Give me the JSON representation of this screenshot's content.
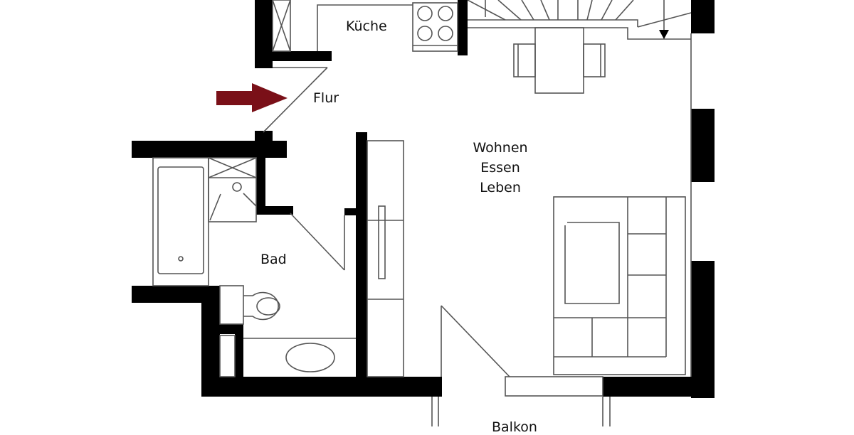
{
  "plan": {
    "wall_color": "#000000",
    "line_color": "#555555",
    "entrance_arrow_color": "#7a1018",
    "rooms": {
      "kitchen": "Küche",
      "hallway": "Flur",
      "living": [
        "Wohnen",
        "Essen",
        "Leben"
      ],
      "bathroom": "Bad",
      "balcony": "Balkon"
    },
    "icons": {
      "entrance": "entrance-arrow-icon",
      "stairs_direction": "stairs-down-arrow-icon"
    }
  }
}
